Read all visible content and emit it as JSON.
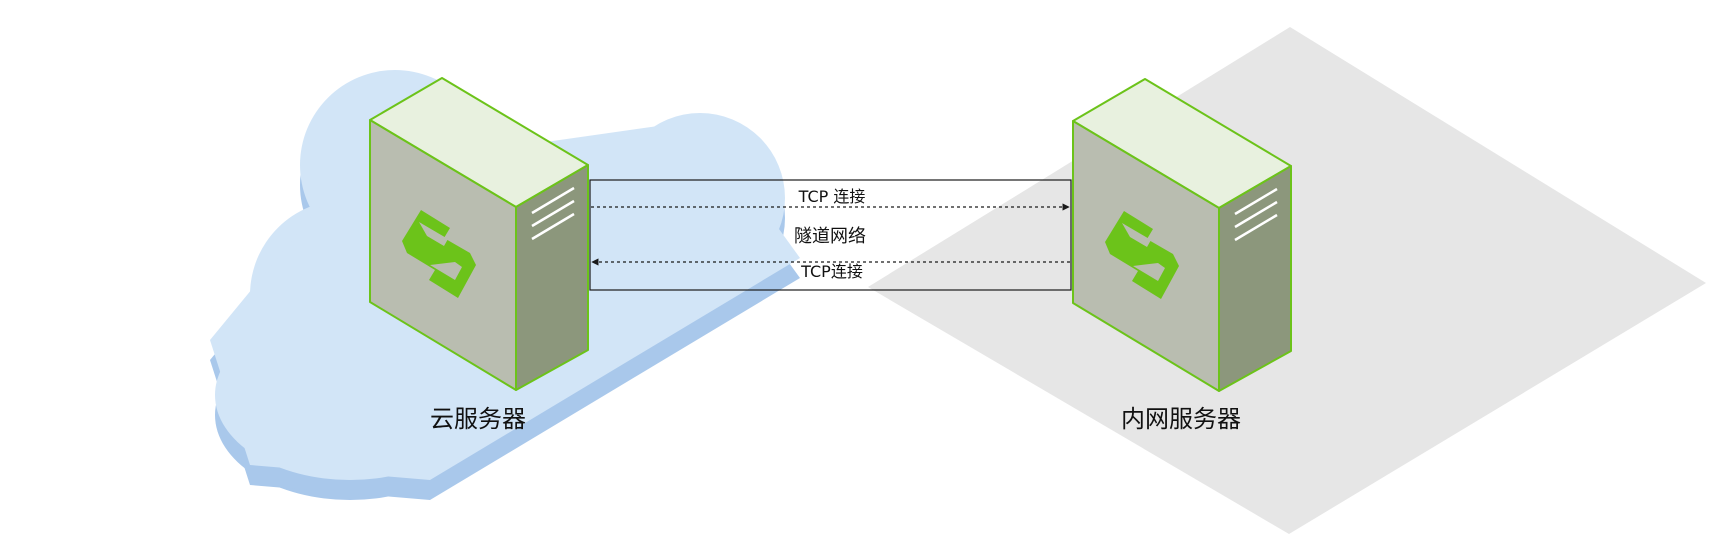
{
  "diagram": {
    "cloud_server_label": "云服务器",
    "intranet_server_label": "内网服务器",
    "tunnel_label": "隧道网络",
    "tcp_upper_label": "TCP 连接",
    "tcp_lower_label": "TCP连接"
  },
  "colors": {
    "cloud": "#d2e5f7",
    "cloud_shadow": "#a9c8eb",
    "intranet_plane": "#e6e6e6",
    "server_top": "#e8f1df",
    "server_front": "#b9bdb0",
    "server_side": "#8c977c",
    "server_outline": "#6cc31a",
    "logo": "#6cc31a",
    "line": "#1a1a1a"
  },
  "icons": {
    "cloud_server": "server-icon",
    "intranet_server": "server-icon",
    "logo": "s-logo-icon"
  }
}
